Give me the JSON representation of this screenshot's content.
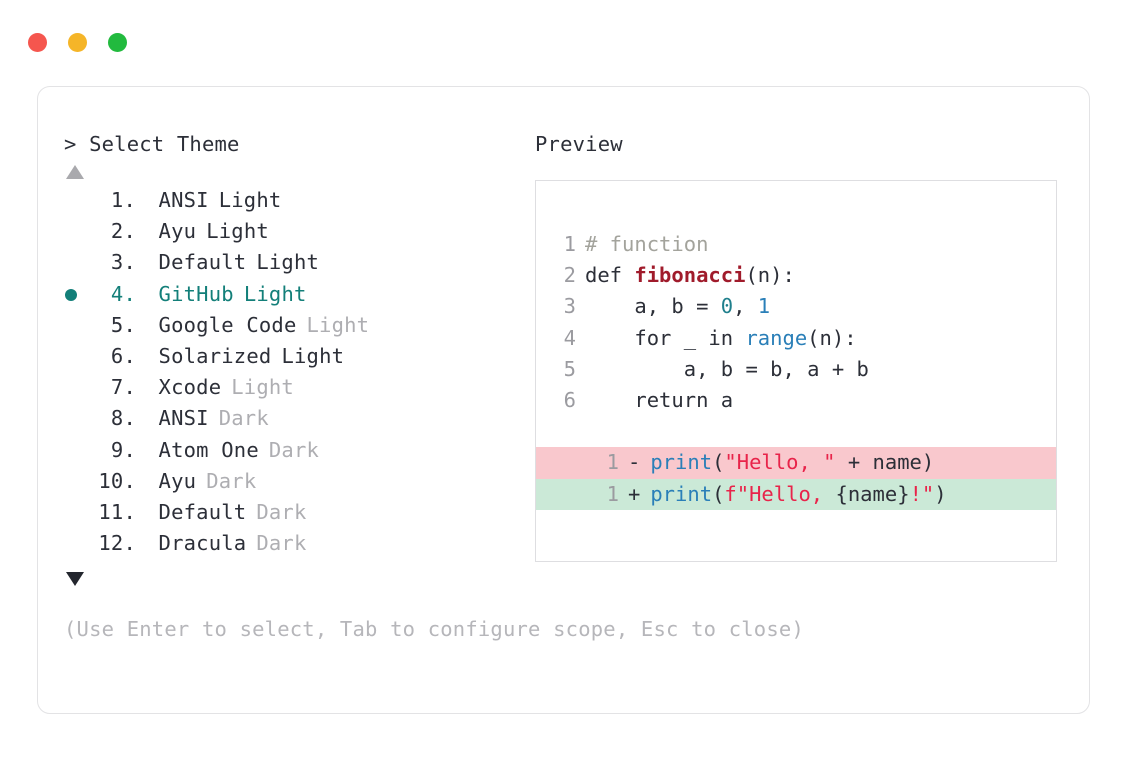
{
  "window": {
    "dots": [
      {
        "name": "close",
        "color": "#f5564e"
      },
      {
        "name": "minimize",
        "color": "#f5b528"
      },
      {
        "name": "maximize",
        "color": "#22ba3e"
      }
    ]
  },
  "picker": {
    "prompt": "> Select Theme",
    "scroll_up_icon": "triangle-up",
    "scroll_down_icon": "triangle-down",
    "selected_index": 4,
    "accent_color": "#137f79",
    "items": [
      {
        "index": "1.",
        "name": "ANSI",
        "variant": "Light",
        "variant_muted": false,
        "selected": false
      },
      {
        "index": "2.",
        "name": "Ayu",
        "variant": "Light",
        "variant_muted": false,
        "selected": false
      },
      {
        "index": "3.",
        "name": "Default",
        "variant": "Light",
        "variant_muted": false,
        "selected": false
      },
      {
        "index": "4.",
        "name": "GitHub",
        "variant": "Light",
        "variant_muted": false,
        "selected": true
      },
      {
        "index": "5.",
        "name": "Google Code",
        "variant": "Light",
        "variant_muted": true,
        "selected": false
      },
      {
        "index": "6.",
        "name": "Solarized",
        "variant": "Light",
        "variant_muted": false,
        "selected": false
      },
      {
        "index": "7.",
        "name": "Xcode",
        "variant": "Light",
        "variant_muted": true,
        "selected": false
      },
      {
        "index": "8.",
        "name": "ANSI",
        "variant": "Dark",
        "variant_muted": true,
        "selected": false
      },
      {
        "index": "9.",
        "name": "Atom One",
        "variant": "Dark",
        "variant_muted": true,
        "selected": false
      },
      {
        "index": "10.",
        "name": "Ayu",
        "variant": "Dark",
        "variant_muted": true,
        "selected": false
      },
      {
        "index": "11.",
        "name": "Default",
        "variant": "Dark",
        "variant_muted": true,
        "selected": false
      },
      {
        "index": "12.",
        "name": "Dracula",
        "variant": "Dark",
        "variant_muted": true,
        "selected": false
      }
    ],
    "help_text": "(Use Enter to select, Tab to configure scope, Esc to close)"
  },
  "preview": {
    "heading": "Preview",
    "code_lines": [
      {
        "gutter": "1",
        "tokens": [
          {
            "t": "# function",
            "c": "tok-comment"
          }
        ]
      },
      {
        "gutter": "2",
        "tokens": [
          {
            "t": "def ",
            "c": "tok-keyword"
          },
          {
            "t": "fibonacci",
            "c": "tok-func"
          },
          {
            "t": "(n):",
            "c": "tok-plain"
          }
        ]
      },
      {
        "gutter": "3",
        "tokens": [
          {
            "t": "    a, b = ",
            "c": "tok-plain"
          },
          {
            "t": "0",
            "c": "tok-number"
          },
          {
            "t": ", ",
            "c": "tok-plain"
          },
          {
            "t": "1",
            "c": "tok-number-blue"
          }
        ]
      },
      {
        "gutter": "4",
        "tokens": [
          {
            "t": "    for _ in ",
            "c": "tok-plain"
          },
          {
            "t": "range",
            "c": "tok-builtin"
          },
          {
            "t": "(n):",
            "c": "tok-plain"
          }
        ]
      },
      {
        "gutter": "5",
        "tokens": [
          {
            "t": "        a, b = b, a + b",
            "c": "tok-plain"
          }
        ]
      },
      {
        "gutter": "6",
        "tokens": [
          {
            "t": "    return a",
            "c": "tok-plain"
          }
        ]
      }
    ],
    "diff_lines": [
      {
        "gutter": "1",
        "sign": "-",
        "kind": "diff-removed",
        "bg": "#f9c8cd",
        "tokens": [
          {
            "t": "print",
            "c": "tok-builtin"
          },
          {
            "t": "(",
            "c": "tok-plain"
          },
          {
            "t": "\"Hello, \"",
            "c": "tok-string"
          },
          {
            "t": " + name)",
            "c": "tok-plain"
          }
        ]
      },
      {
        "gutter": "1",
        "sign": "+",
        "kind": "diff-added",
        "bg": "#cbe9d7",
        "tokens": [
          {
            "t": "print",
            "c": "tok-builtin"
          },
          {
            "t": "(",
            "c": "tok-plain"
          },
          {
            "t": "f\"Hello, ",
            "c": "tok-string"
          },
          {
            "t": "{name}",
            "c": "tok-plain"
          },
          {
            "t": "!\"",
            "c": "tok-string"
          },
          {
            "t": ")",
            "c": "tok-plain"
          }
        ]
      }
    ]
  }
}
